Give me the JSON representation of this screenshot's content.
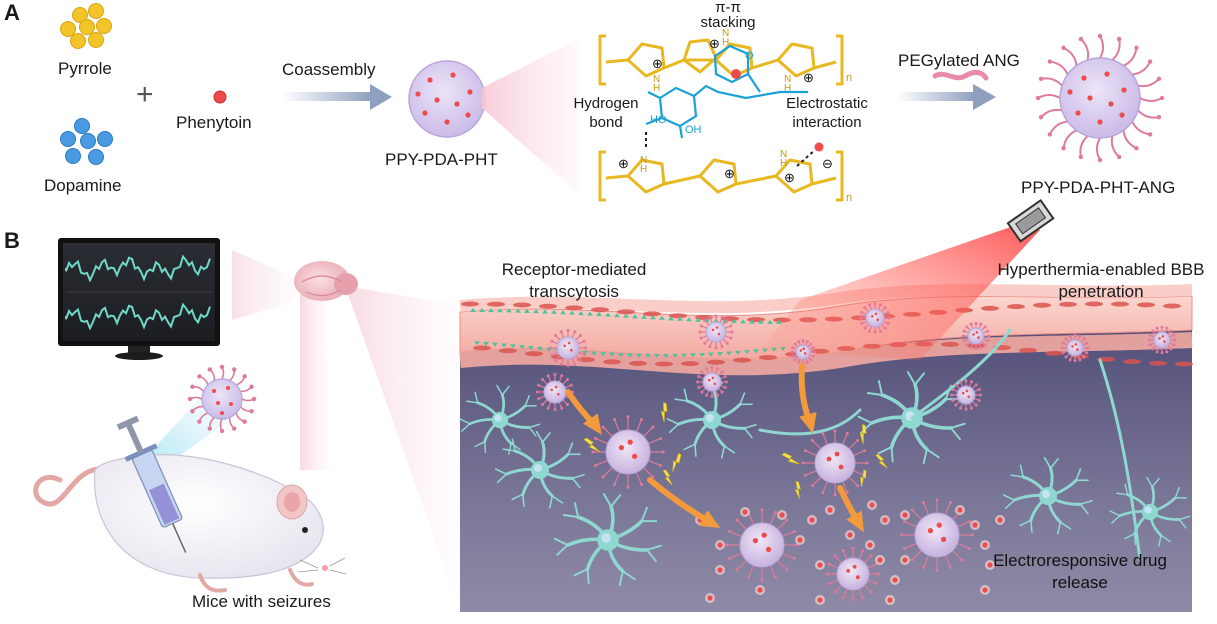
{
  "panels": {
    "a": "A",
    "b": "B"
  },
  "panel_a": {
    "reagent_1": "Pyrrole",
    "reagent_2": "Dopamine",
    "plus_sign": "+",
    "drug": "Phenytoin",
    "step_1": "Coassembly",
    "product_1": "PPY-PDA-PHT",
    "interaction_pi": "π-π stacking",
    "interaction_hbond": "Hydrogen bond",
    "interaction_electrostatic": "Electrostatic interaction",
    "step_2": "PEGylated ANG",
    "product_2": "PPY-PDA-PHT-ANG",
    "subscript_n": "n",
    "oxygen_label": "O",
    "ho_label": "HO",
    "oh_label": "OH",
    "nh_label": "N H",
    "plus_charge": "⊕",
    "minus_charge": "⊖"
  },
  "panel_b": {
    "mouse_label": "Mice with seizures",
    "pathway_1": "Receptor-mediated transcytosis",
    "pathway_2": "Hyperthermia-enabled BBB penetration",
    "release": "Electroresponsive drug release"
  },
  "colors": {
    "nanoparticle_fill": "#d9cdef",
    "nanoparticle_edge": "#b7a6dc",
    "drug_dot": "#ee4c4c",
    "pyrrole_yellow": "#f3c52a",
    "dopamine_blue": "#3f95e0",
    "polymer_gold": "#e8b820",
    "dopamine_line": "#1aa1d6",
    "peg_pink": "#e07a9a",
    "endothelium": "#f6b8b0",
    "brain_tissue": "#6f6a8c",
    "neuron": "#8fd8d2",
    "laser_red": "#ff5a4a",
    "arrow_orange": "#f29a3c",
    "spark_yellow": "#f7e24a",
    "arrow_grey_blue": "#9aa8c4"
  }
}
